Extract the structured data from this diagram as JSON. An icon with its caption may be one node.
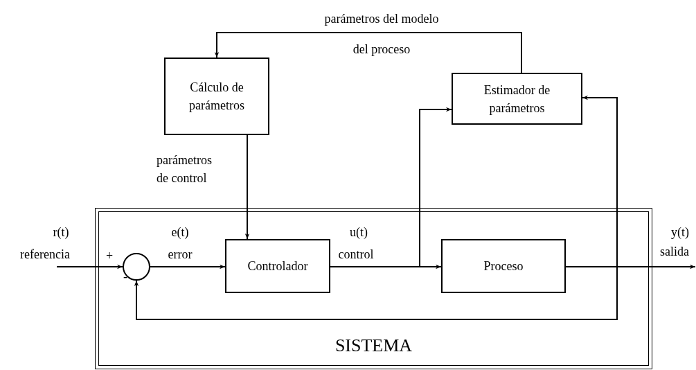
{
  "diagram": {
    "nodes": [
      {
        "text": [
          "Cálculo de parámetros"
        ]
      },
      {
        "text": [
          "Estimador de parámetros"
        ]
      },
      {
        "text": [
          "SISTEMA"
        ]
      },
      {
        "text": [],
        "shape": "circle",
        "in": 2
      },
      {
        "text": [
          "Controlador"
        ],
        "in": 2
      },
      {
        "text": [
          "Proceso"
        ],
        "in": 2
      }
    ],
    "edges": [
      {
        "from": null,
        "to": 3,
        "arrow": "to",
        "label": "r(t)"
      },
      {
        "from": 3,
        "to": 4,
        "arrow": "to",
        "label": "e(t)"
      },
      {
        "from": 4,
        "to": 5,
        "arrow": "to",
        "label": "u(t)"
      },
      {
        "from": 4,
        "to": 1,
        "arrow": "to"
      },
      {
        "from": 5,
        "to": null,
        "arrow": "to",
        "label": "y(t)"
      },
      {
        "from": 5,
        "to": 1,
        "arrow": "to"
      },
      {
        "from": 5,
        "to": 3,
        "arrow": "to"
      },
      {
        "from": 1,
        "to": 0,
        "arrow": "to",
        "label": "parámetros del modelo"
      },
      {
        "from": 0,
        "to": 4,
        "arrow": "to",
        "label": "parámetros de control"
      }
    ],
    "labels": [
      "del proceso",
      "referencia",
      "+",
      "error",
      "control",
      "salida",
      "-"
    ]
  }
}
